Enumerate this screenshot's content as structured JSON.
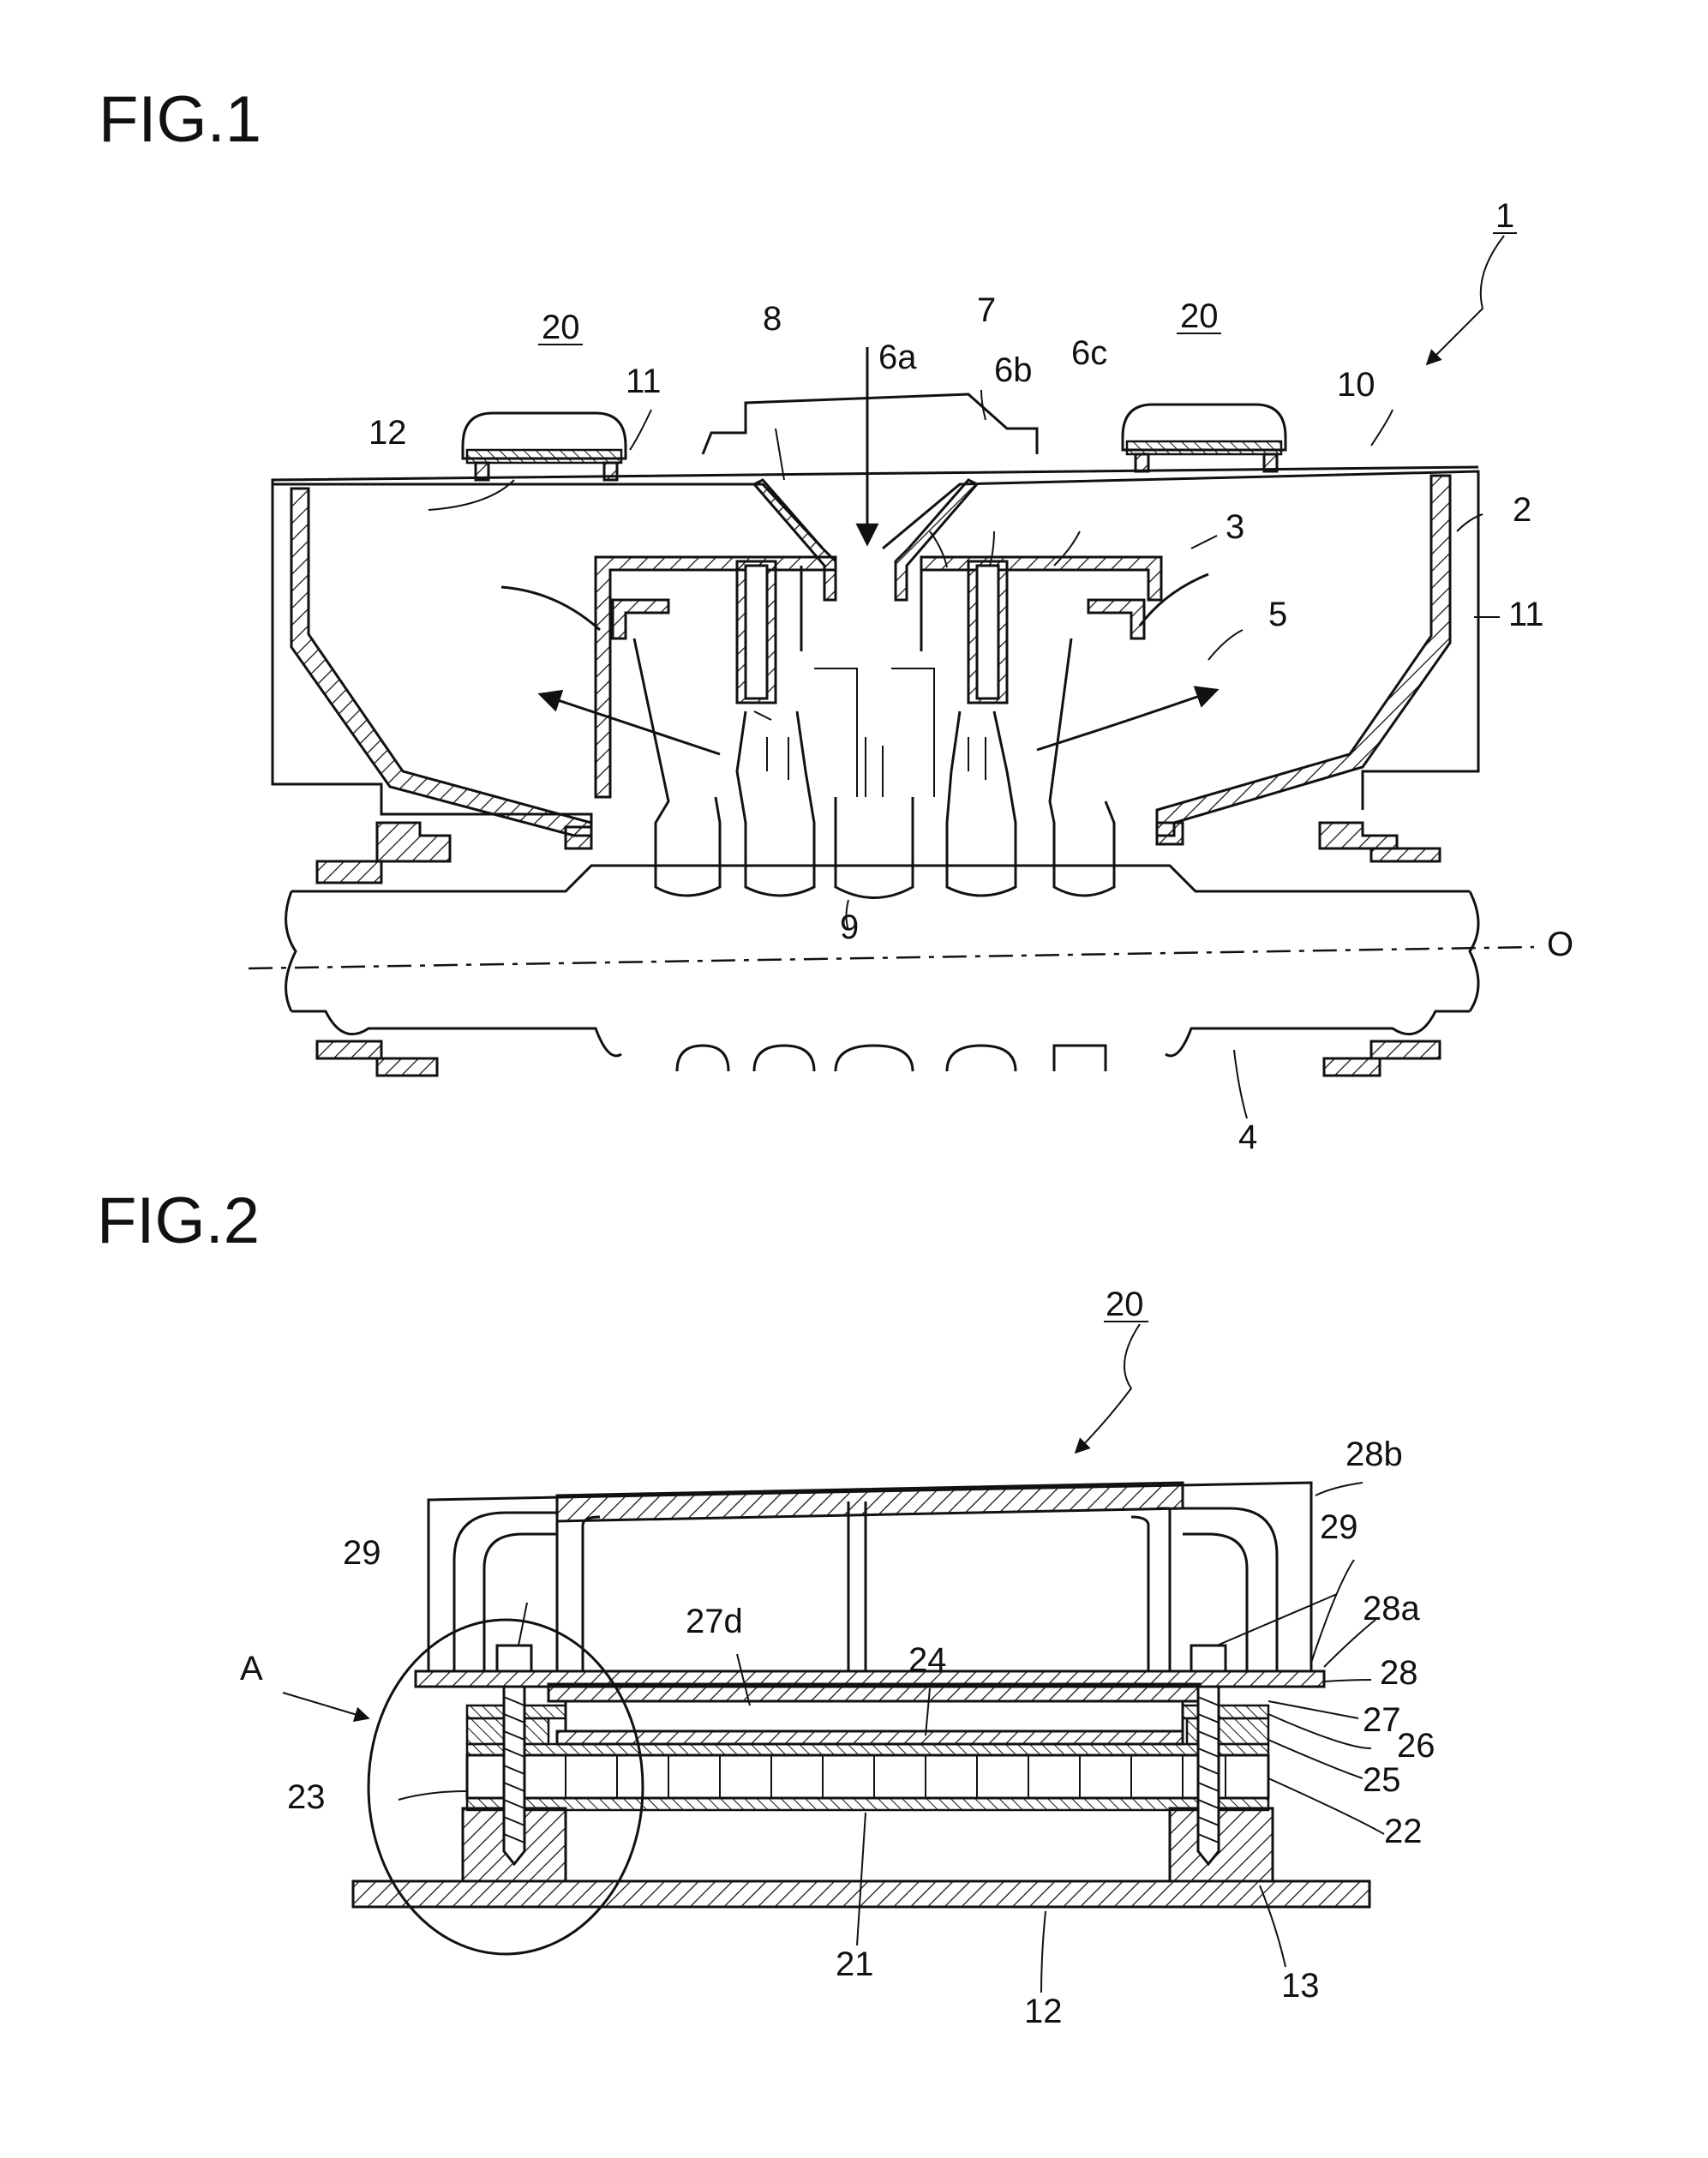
{
  "figures": [
    {
      "title": "FIG.1",
      "labels": {
        "ref_1": "1",
        "ref_20_left": "20",
        "ref_20_right": "20",
        "ref_8": "8",
        "ref_7": "7",
        "ref_6a": "6a",
        "ref_6b": "6b",
        "ref_6c": "6c",
        "ref_11_top": "11",
        "ref_10": "10",
        "ref_12": "12",
        "ref_2": "2",
        "ref_3": "3",
        "ref_5": "5",
        "ref_11_right": "11",
        "ref_9": "9",
        "ref_O": "O",
        "ref_4": "4"
      }
    },
    {
      "title": "FIG.2",
      "labels": {
        "ref_20": "20",
        "ref_28b": "28b",
        "ref_29_left": "29",
        "ref_29_right": "29",
        "ref_28a": "28a",
        "ref_28": "28",
        "ref_27d": "27d",
        "ref_24": "24",
        "ref_A": "A",
        "ref_27": "27",
        "ref_26": "26",
        "ref_25": "25",
        "ref_23": "23",
        "ref_22": "22",
        "ref_21": "21",
        "ref_13": "13",
        "ref_12": "12"
      }
    }
  ]
}
